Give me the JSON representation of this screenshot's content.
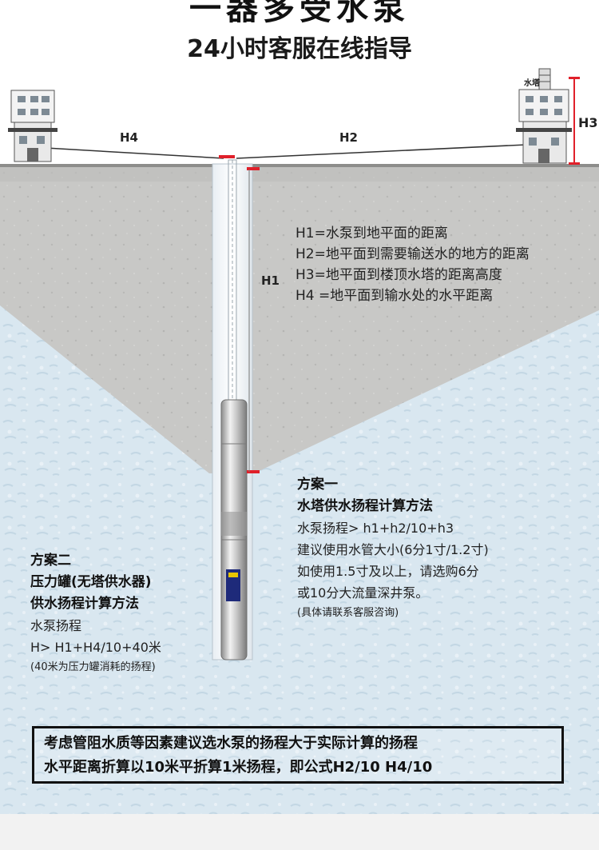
{
  "header": {
    "top_title_partial": "一器多受水泵",
    "subtitle": "24小时客服在线指导"
  },
  "diagram": {
    "h4_label": "H4",
    "h2_label": "H2",
    "h3_label": "H3",
    "h1_label": "H1",
    "tower_label": "水塔",
    "colors": {
      "soil": "#c9c9c7",
      "water": "#d8e6ef",
      "marker": "#e0202a"
    },
    "legend": [
      "H1=水泵到地平面的距离",
      "H2=地平面到需要输送水的地方的距离",
      "H3=地平面到楼顶水塔的距离高度",
      "H4 =地平面到输水处的水平距离"
    ]
  },
  "plan_one": {
    "title": "方案一",
    "subtitle": "水塔供水扬程计算方法",
    "lines": [
      "水泵扬程> h1+h2/10+h3",
      "建议使用水管大小(6分1寸/1.2寸)",
      "如使用1.5寸及以上，请选购6分",
      "或10分大流量深井泵。"
    ],
    "note": "(具体请联系客服咨询)"
  },
  "plan_two": {
    "title": "方案二",
    "subtitle1": "压力罐(无塔供水器)",
    "subtitle2": "供水扬程计算方法",
    "lines": [
      "水泵扬程",
      "H> H1+H4/10+40米"
    ],
    "note": "(40米为压力罐消耗的扬程)"
  },
  "footer_note": {
    "line1": "考虑管阻水质等因素建议选水泵的扬程大于实际计算的扬程",
    "line2": "水平距离折算以10米平折算1米扬程，即公式H2/10 H4/10"
  }
}
